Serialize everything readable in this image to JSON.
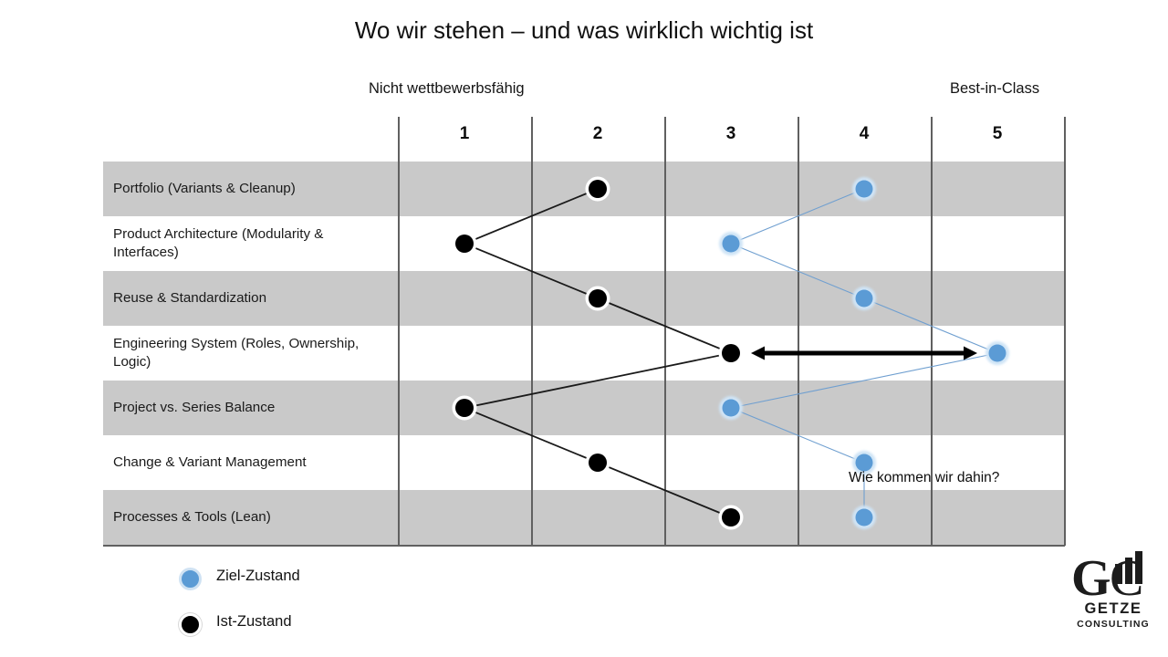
{
  "title": "Wo wir stehen – und was wirklich wichtig ist",
  "scale": {
    "left_caption": "Nicht wettbewerbsfähig",
    "right_caption": "Best-in-Class",
    "ticks": [
      "1",
      "2",
      "3",
      "4",
      "5"
    ]
  },
  "annotation": {
    "text": "Wie kommen wir dahin?"
  },
  "legend": {
    "items": [
      {
        "label": "Ziel-Zustand",
        "color": "#5b9bd5",
        "marker": "target-marker"
      },
      {
        "label": "Ist-Zustand",
        "color": "#000000",
        "marker": "current-marker"
      }
    ]
  },
  "logo": {
    "monogram": "GC",
    "name": "GETZE",
    "subtitle": "CONSULTING"
  },
  "chart_data": {
    "type": "line",
    "orientation": "horizontal",
    "title": "Wo wir stehen – und was wirklich wichtig ist",
    "xlabel": "",
    "ylabel": "",
    "xlim": [
      0.5,
      5.5
    ],
    "xticks": [
      1,
      2,
      3,
      4,
      5
    ],
    "xtick_labels": [
      "1",
      "2",
      "3",
      "4",
      "5"
    ],
    "x_axis_low_label": "Nicht wettbewerbsfähig",
    "x_axis_high_label": "Best-in-Class",
    "grid": "vertical",
    "legend_position": "bottom-left",
    "categories": [
      "Portfolio (Variants & Cleanup)",
      "Product Architecture (Modularity & Interfaces)",
      "Reuse & Standardization",
      "Engineering System (Roles, Ownership, Logic)",
      "Project vs. Series Balance",
      "Change & Variant Management",
      "Processes & Tools (Lean)"
    ],
    "series": [
      {
        "name": "Ist-Zustand",
        "color": "#000000",
        "values": [
          2,
          1,
          2,
          3,
          1,
          2,
          3
        ]
      },
      {
        "name": "Ziel-Zustand",
        "color": "#5b9bd5",
        "values": [
          4,
          3,
          4,
          5,
          3,
          4,
          4
        ]
      }
    ],
    "annotations": [
      {
        "text": "Wie kommen wir dahin?",
        "category": "Engineering System (Roles, Ownership, Logic)",
        "from_x": 3,
        "to_x": 5,
        "style": "double-headed-arrow"
      }
    ]
  }
}
